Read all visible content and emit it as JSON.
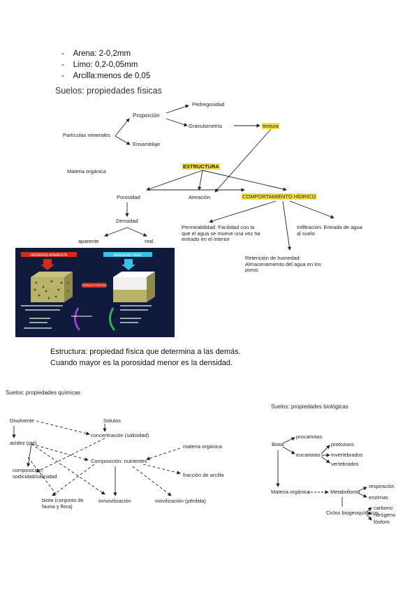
{
  "bullets": [
    "Arena: 2-0,2mm",
    "Limo: 0,2-0,05mm",
    "Arcilla:menos de 0,05"
  ],
  "fisicas": {
    "title": "Suelos: propiedades físicas",
    "proporcion": "Proporción",
    "pedregosidad": "Pedregosidad",
    "granulometria": "Granulometría",
    "textura": "textura",
    "particulas": "Partículas minerales",
    "ensamblaje": "Ensamblaje",
    "materia": "Materia orgánica",
    "estructura": "ESTRUCTURA",
    "porosidad": "Porosidad",
    "aireacion": "Aireación",
    "comportamiento": "COMPORTAMIENTO HÍDRICO",
    "densidad": "Densidad",
    "aparente": "aparente",
    "real": "real",
    "permeabilidad": "Permeabilidad: Facilidad con la que el agua se mueve una vez ha entrado en el interior",
    "infiltracion": "Infiltración: Entrada de agua al suelo",
    "retencion": "Retención de humedad: Almacenamiento del agua en los poros"
  },
  "diagram_image": {
    "left_label": "DENSIDAD APARENTE",
    "right_label": "DENSIDAD REAL",
    "center_label": "ESPACIO POROSO",
    "colors": {
      "bg": "#0f1a3c",
      "red": "#d42a1a",
      "cyan": "#33c4e0",
      "purple": "#9b3fd0",
      "green": "#32b04a"
    }
  },
  "paragraph": [
    "Estructura: propiedad física que determina a las demás.",
    "Cuando mayor es la porosidad menor es la densidad."
  ],
  "quimicas": {
    "title": "Suelos: propiedades químicas",
    "disolvente": "Disolvente",
    "solutos": "Solutos",
    "concentracion": "concentración (salinidad)",
    "acidez": "acidez (pH)",
    "materia": "materia orgánica",
    "composicion_nut": "Composición: nutrientes",
    "composicion": "composición: sodicidad/salinidad",
    "fraccion": "fracción de arcilla",
    "biota": "biota (conjunto de fauna y flora)",
    "inmovilizacion": "inmovilización",
    "movilizacion": "movilización (pérdida)"
  },
  "biologicas": {
    "title": "Suelos: propiedades biológicas",
    "biota": "Biota",
    "procariotas": "procariotas",
    "eucariotas": "eucariotas",
    "protozoos": "protozoos",
    "invertebrados": "invertebrados",
    "vertebrados": "vertebrados",
    "materia": "Materia orgánica",
    "metabolismo": "Metabolismo",
    "respiracion": "respiración",
    "enzimas": "enzimas",
    "ciclos": "Ciclos biogeoquímicos",
    "carbono": "carbono",
    "nitrogeno": "nitrógeno",
    "fosforo": "fósforo"
  }
}
